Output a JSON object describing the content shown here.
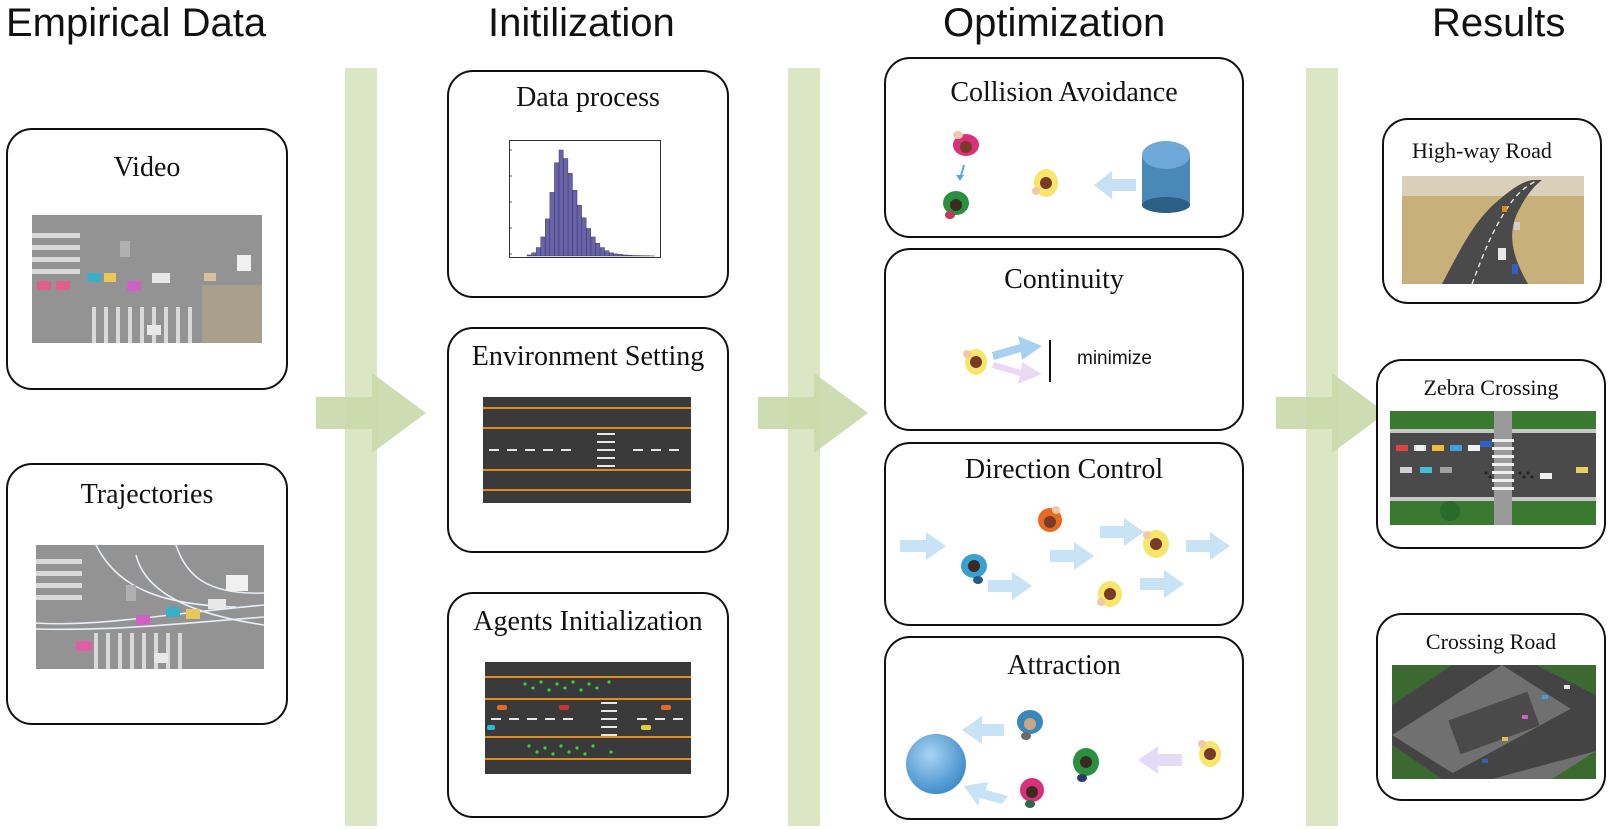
{
  "columns": [
    {
      "id": "empirical",
      "heading": "Empirical Data"
    },
    {
      "id": "init",
      "heading": "Initilization"
    },
    {
      "id": "opt",
      "heading": "Optimization"
    },
    {
      "id": "results",
      "heading": "Results"
    }
  ],
  "empirical": {
    "video": "Video",
    "trajectories": "Trajectories"
  },
  "init": {
    "data_process": "Data process",
    "environment_setting": "Environment Setting",
    "agents_initialization": "Agents Initialization"
  },
  "opt": {
    "collision_avoidance": "Collision Avoidance",
    "continuity": "Continuity",
    "continuity_label": "minimize",
    "direction_control": "Direction Control",
    "attraction": "Attraction"
  },
  "results": {
    "highway": "High-way Road",
    "zebra": "Zebra Crossing",
    "crossing": "Crossing Road"
  },
  "histogram": {
    "type": "bar",
    "values": [
      1,
      3,
      8,
      18,
      35,
      60,
      88,
      100,
      92,
      78,
      62,
      48,
      36,
      26,
      18,
      12,
      8,
      5,
      3,
      2,
      1.5,
      1,
      0.8,
      0.5,
      0.4,
      0.3,
      0.2,
      0.1
    ]
  },
  "colors": {
    "band": "#dde6c4",
    "arrow": "#c9d9a8",
    "hist_bar": "#6b63a8",
    "road": "#3a3a3a",
    "lane_orange": "#e08a1e"
  }
}
